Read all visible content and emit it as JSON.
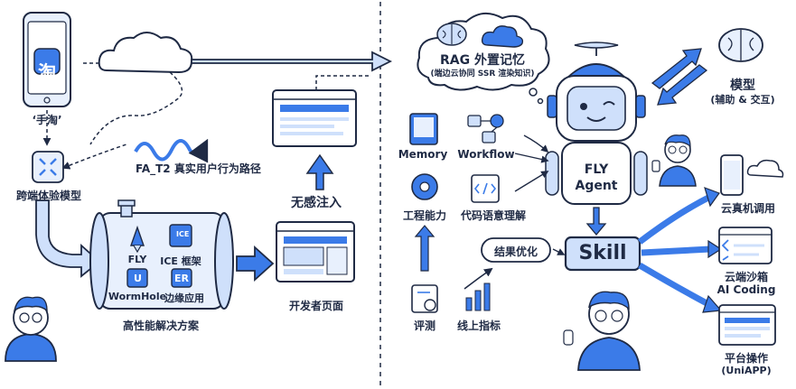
{
  "left": {
    "phone_label": "‘手淘’",
    "phone_logo_text": "淘",
    "cross_model_label": "跨端体验模型",
    "fa_t2_label": "FA_T2 真实用户行为路径",
    "solution_title": "高性能解决方案",
    "solutions": [
      "FLY",
      "ICE 框架",
      "WormHole",
      "边缘应用"
    ],
    "solution_badges": [
      "ICE",
      "U",
      "ER"
    ],
    "inject_label": "无感注入",
    "dev_page_label": "开发者页面"
  },
  "right": {
    "rag_title": "RAG 外置记忆",
    "rag_subtitle": "(端边云协同 SSR 渲染知识)",
    "model_label": "模型",
    "model_sub": "(辅助 & 交互)",
    "memory_label": "Memory",
    "workflow_label": "Workflow",
    "engineering_label": "工程能力",
    "code_label": "代码语意理解",
    "agent_name_line1": "FLY",
    "agent_name_line2": "Agent",
    "skill_label": "Skill",
    "optimize_label": "结果优化",
    "eval_label": "评测",
    "online_metrics_label": "线上指标",
    "skills": [
      "云真机调用",
      "云端沙箱",
      "AI Coding",
      "平台操作",
      "(UniAPP)"
    ]
  },
  "colors": {
    "ink": "#1f2a44",
    "accent": "#3b7be8",
    "light": "#cfe0fb",
    "pale": "#e8f0fd"
  }
}
